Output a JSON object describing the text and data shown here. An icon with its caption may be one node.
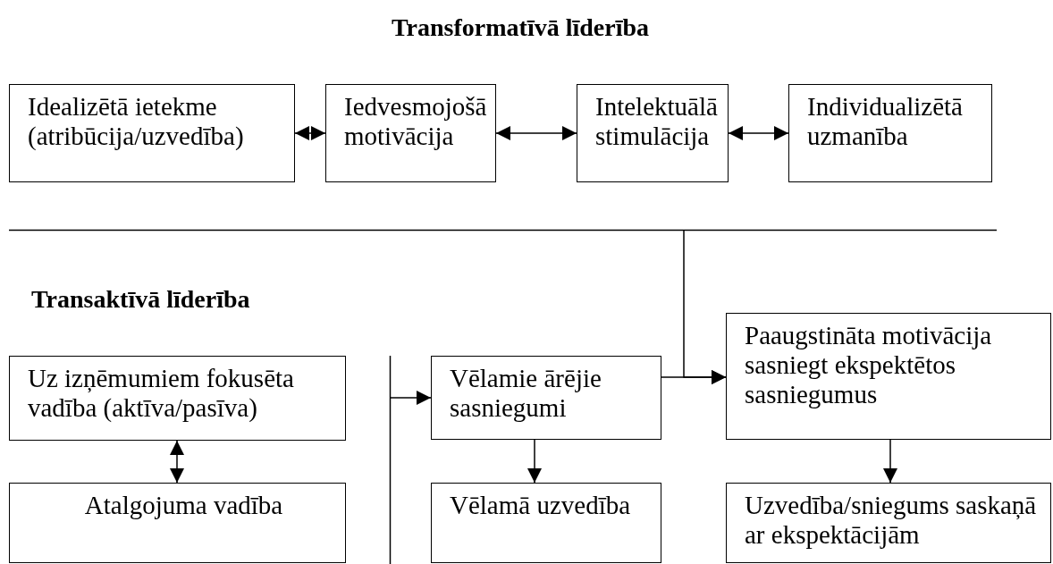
{
  "diagram": {
    "title": "Transformatīvā līderība",
    "nodes": [
      {
        "text": [
          "Idealizētā ietekme (atribūcija/uzvedība)"
        ]
      },
      {
        "text": [
          "Iedvesmojošā motivācija"
        ]
      },
      {
        "text": [
          "Intelektuālā stimulācija"
        ]
      },
      {
        "text": [
          "Individualizētā uzmanība"
        ]
      },
      {
        "text": [
          "Uz izņēmumiem fokusēta vadība (aktīva/pasīva)"
        ]
      },
      {
        "text": [
          "Atalgojuma vadība"
        ]
      },
      {
        "text": [
          "Vēlamie ārējie sasniegumi"
        ]
      },
      {
        "text": [
          "Paaugstināta motivācija sasniegt ekspektētos sasniegumus"
        ]
      },
      {
        "text": [
          "Vēlamā uzvedība"
        ]
      },
      {
        "text": [
          "Uzvedība/sniegums saskaņā ar ekspektācijām"
        ]
      }
    ],
    "edges": [
      {
        "from": 0,
        "to": 1,
        "arrow": "both"
      },
      {
        "from": 1,
        "to": 2,
        "arrow": "both"
      },
      {
        "from": 2,
        "to": 3,
        "arrow": "both"
      },
      {
        "from": 4,
        "to": 5,
        "arrow": "both"
      },
      {
        "from": 6,
        "to": 7,
        "arrow": "to"
      },
      {
        "from": null,
        "to": 7,
        "arrow": "to"
      },
      {
        "from": null,
        "to": 6,
        "arrow": "to"
      },
      {
        "from": 6,
        "to": 8,
        "arrow": "to"
      },
      {
        "from": 7,
        "to": 9,
        "arrow": "to"
      }
    ],
    "labels": [
      "Transaktīvā līderība"
    ]
  }
}
